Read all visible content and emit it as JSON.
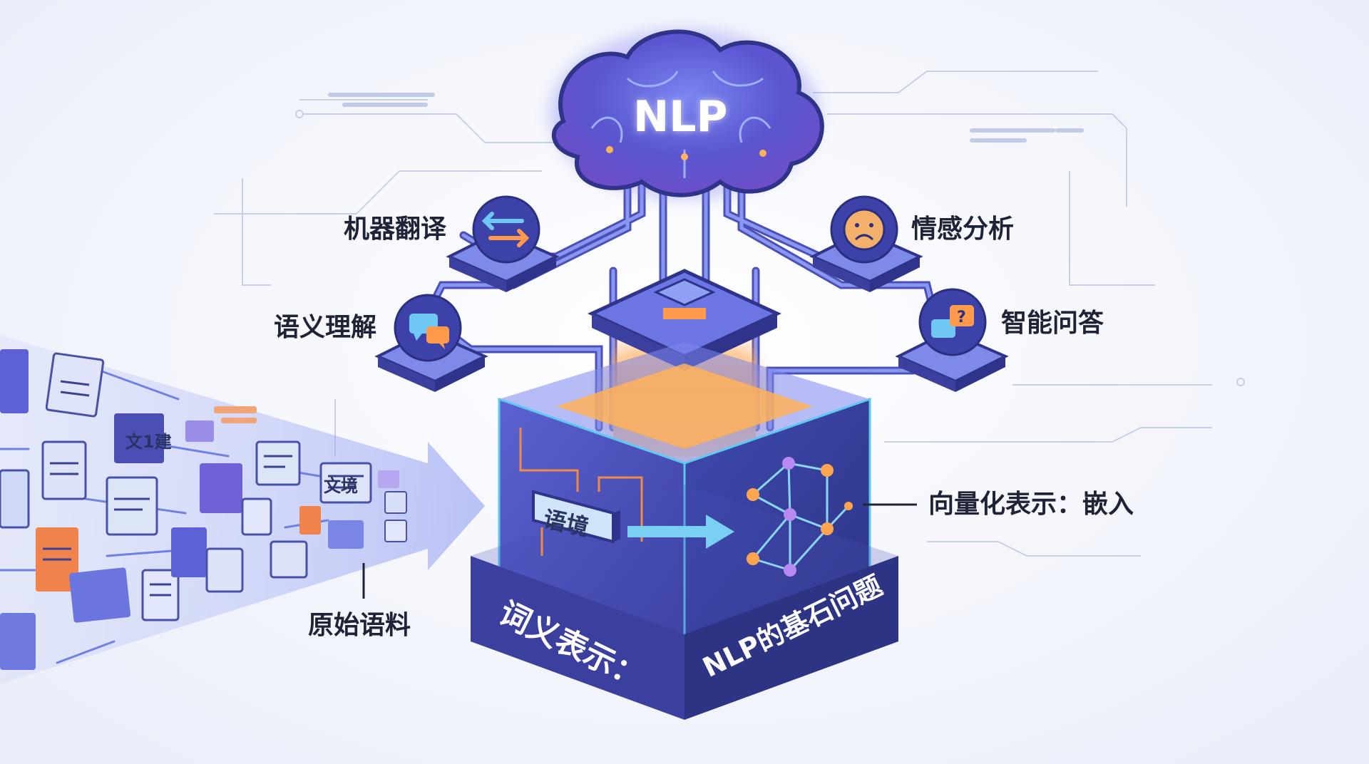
{
  "header": {
    "center_title": "NLP"
  },
  "branches": {
    "machine_translation": {
      "label": "机器翻译",
      "icon": "swap-arrows-icon"
    },
    "sentiment_analysis": {
      "label": "情感分析",
      "icon": "sad-face-icon"
    },
    "semantic_understanding": {
      "label": "语义理解",
      "icon": "chat-bubbles-icon"
    },
    "question_answering": {
      "label": "智能问答",
      "icon": "question-bubble-icon"
    }
  },
  "core": {
    "title": "词义表示：",
    "subtitle": "NLP的基石问题",
    "context_label": "语境",
    "vector_label": "向量化表示：嵌入"
  },
  "input": {
    "corpus_label": "原始语料",
    "doc_glyphs": [
      "文1建",
      "文境"
    ]
  },
  "colors": {
    "brain": "#5d5fd6",
    "cube_front": "#3b3f9e",
    "cube_side": "#454fb8",
    "glow": "#ffb25a",
    "circuit": "#6f78e3",
    "accent_orange": "#f08a4b"
  }
}
